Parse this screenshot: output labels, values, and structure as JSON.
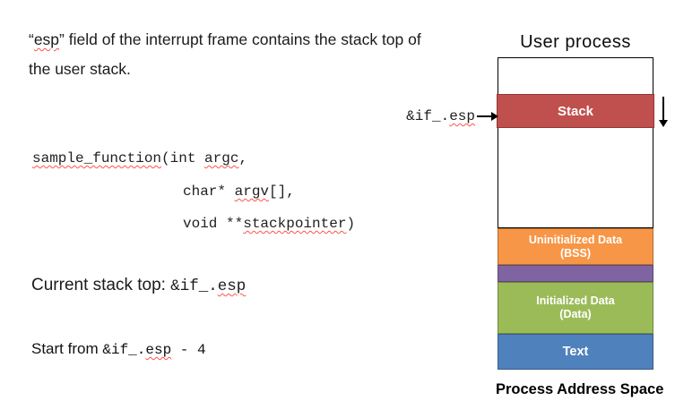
{
  "intro": {
    "line1_pre": "“",
    "line1_esp": "esp",
    "line1_post": "” field of the interrupt frame contains the stack top of",
    "line2": "the user stack."
  },
  "code": {
    "line1": {
      "fn_name": "sample_function",
      "mid": "(int ",
      "arg": "argc",
      "end": ","
    },
    "line2": {
      "pre": "char* ",
      "arg": "argv",
      "end": "[],"
    },
    "line3": {
      "pre": "void **",
      "arg": "stackpointer",
      "end": ")"
    }
  },
  "stack_top": {
    "label": "Current stack top: ",
    "code_pre": "&if_.",
    "code_esp": "esp"
  },
  "start_from": {
    "label": "Start from ",
    "code_pre": "&if_.",
    "code_esp": "esp",
    "code_post": " - 4"
  },
  "diagram": {
    "title": "User process",
    "esp_pointer": {
      "pre": "&if_.",
      "esp": "esp"
    },
    "stack": {
      "label": "Stack",
      "color": "#C0504D"
    },
    "sections": [
      {
        "label_line1": "Uninitialized Data",
        "label_line2": "(BSS)",
        "color": "#F79646"
      },
      {
        "label_line1": "",
        "label_line2": "",
        "color": "#8064A2"
      },
      {
        "label_line1": "Initialized Data",
        "label_line2": "(Data)",
        "color": "#9BBB59"
      },
      {
        "label_line1": "Text",
        "label_line2": "",
        "color": "#4F81BD"
      }
    ],
    "caption": "Process Address Space"
  }
}
